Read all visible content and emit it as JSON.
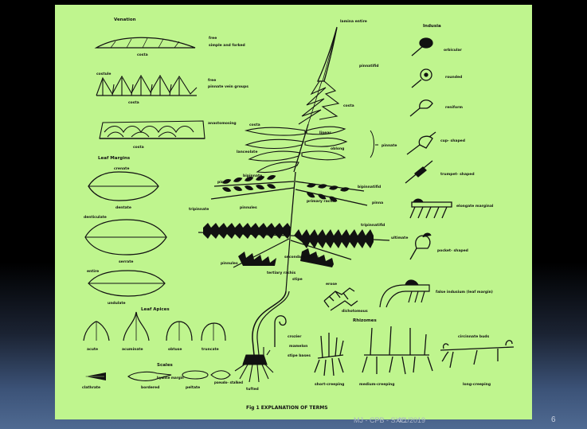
{
  "footer": {
    "author": "MJ - CPB - SXC",
    "date": "4/1/2019",
    "page": "6"
  },
  "figure": {
    "caption": "Fig 1   EXPLANATION OF TERMS",
    "sections": {
      "venation": "Venation",
      "leaf_margins": "Leaf Margins",
      "leaf_apices": "Leaf Apices",
      "scales": "Scales",
      "indusia": "Indusia",
      "rhizomes": "Rhizomes"
    },
    "labels": {
      "free_simple": "free",
      "simple_forked": "simple and forked",
      "costa1": "costa",
      "costule": "costule",
      "free_pinnate": "free",
      "pinnate_vein_groups": "pinnate vein groups",
      "costa2": "costa",
      "anastomosing": "anastomosing",
      "costa3": "costa",
      "crenate": "crenate",
      "dentate": "dentate",
      "denticulate": "denticulate",
      "serrate": "serrate",
      "entire": "entire",
      "undulate": "undulate",
      "acute": "acute",
      "acuminate": "acuminate",
      "obtuse": "obtuse",
      "truncate": "truncate",
      "clathrate": "clathrate",
      "bordered": "bordered",
      "hyaline_margin": "hyaline margin",
      "peltate": "peltate",
      "pseudo_stalk": "pseudo- stalked",
      "lamina_entire": "lamina entire",
      "pinnatifid": "pinnatifid",
      "costa4": "costa",
      "costa5": "costa",
      "linear": "linear",
      "lanceolate": "lanceolate",
      "oblong": "oblong",
      "pinnate": "pinnate",
      "bipinnate": "bipinnate",
      "pinna": "pinna",
      "primary_rachis": "primary rachis",
      "pinnules": "pinnules",
      "pinna2": "pinna",
      "bipinnatifid": "bipinnatifid",
      "tripinnate": "tripinnate",
      "tripinnatifid": "tripinnatifid",
      "secondary_rachis": "secondary rachis",
      "tertiary_rachis": "tertiary rachis",
      "pinnules2": "pinnules",
      "ultimate": "ultimate",
      "stipe": "stipe",
      "crozier": "crozier",
      "mamelon": "mamelon",
      "stipe_bases": "stipe bases",
      "tufted": "tufted",
      "erose": "erose",
      "dichotomous": "dichotomous",
      "orbicular": "orbicular",
      "rounded": "rounded",
      "reniform": "reniform",
      "cup_shaped": "cup- shaped",
      "trumpet_shaped": "trumpet- shaped",
      "elongate_marginal": "elongate marginal",
      "pocket_shaped": "pocket- shaped",
      "false_indusium": "false indusium (leaf margin)",
      "short_creeping": "short-creeping",
      "medium_creeping": "medium-creeping",
      "long_creeping": "long-creeping",
      "circinnate_buds": "circinnate buds"
    }
  }
}
